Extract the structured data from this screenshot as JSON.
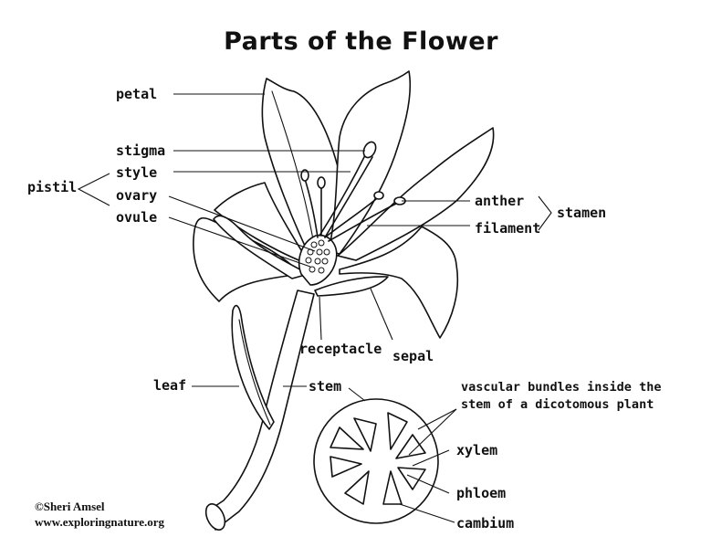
{
  "title": "Parts of the Flower",
  "labels": {
    "petal": "petal",
    "stigma": "stigma",
    "style": "style",
    "pistil": "pistil",
    "ovary": "ovary",
    "ovule": "ovule",
    "anther": "anther",
    "filament": "filament",
    "stamen": "stamen",
    "receptacle": "receptacle",
    "sepal": "sepal",
    "leaf": "leaf",
    "stem": "stem",
    "vascular_bundles": "vascular bundles inside the stem of a dicotomous plant",
    "xylem": "xylem",
    "phloem": "phloem",
    "cambium": "cambium"
  },
  "credits": {
    "author": "©Sheri Amsel",
    "website": "www.exploringnature.org"
  }
}
